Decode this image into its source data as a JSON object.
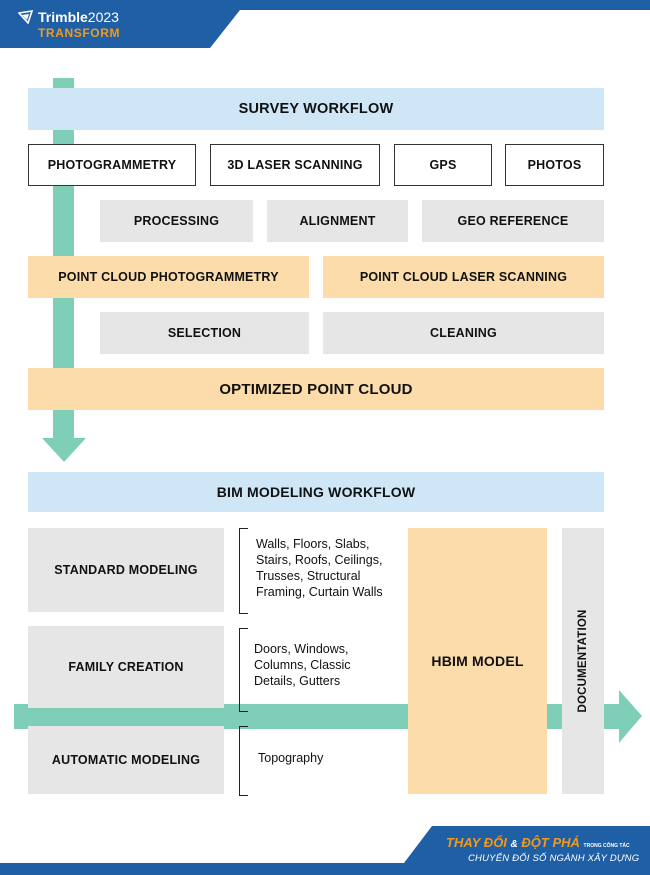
{
  "brand": {
    "logo_name": "Trimble",
    "year": "2023",
    "event": "TRANSFORM",
    "colors": {
      "blue": "#1f5fa6",
      "orange": "#f39a1b",
      "arrow": "#7fcfb8"
    }
  },
  "survey": {
    "title": "SURVEY WORKFLOW",
    "sources": [
      "PHOTOGRAMMETRY",
      "3D LASER SCANNING",
      "GPS",
      "PHOTOS"
    ],
    "steps": [
      "PROCESSING",
      "ALIGNMENT",
      "GEO REFERENCE"
    ],
    "point_clouds": [
      "POINT CLOUD PHOTOGRAMMETRY",
      "POINT CLOUD LASER SCANNING"
    ],
    "edits": [
      "SELECTION",
      "CLEANING"
    ],
    "result": "OPTIMIZED POINT CLOUD"
  },
  "bim": {
    "title": "BIM MODELING WORKFLOW",
    "rows": [
      {
        "label": "STANDARD MODELING",
        "details": [
          "Walls, Floors, Slabs,",
          "Stairs, Roofs, Ceilings,",
          "Trusses, Structural",
          "Framing, Curtain Walls"
        ]
      },
      {
        "label": "FAMILY CREATION",
        "details": [
          "Doors, Windows,",
          "Columns, Classic",
          "Details, Gutters"
        ]
      },
      {
        "label": "AUTOMATIC MODELING",
        "details": [
          "Topography"
        ]
      }
    ],
    "model": "HBIM MODEL",
    "documentation": "DOCUMENTATION"
  },
  "footer": {
    "slogan_part1": "THAY ĐỔI",
    "slogan_amp": "&",
    "slogan_part2": "ĐỘT PHÁ",
    "slogan_small_1": "TRONG CÔNG TÁC",
    "slogan_line2": "CHUYỂN ĐỔI SỐ NGÀNH XÂY DỰNG"
  }
}
